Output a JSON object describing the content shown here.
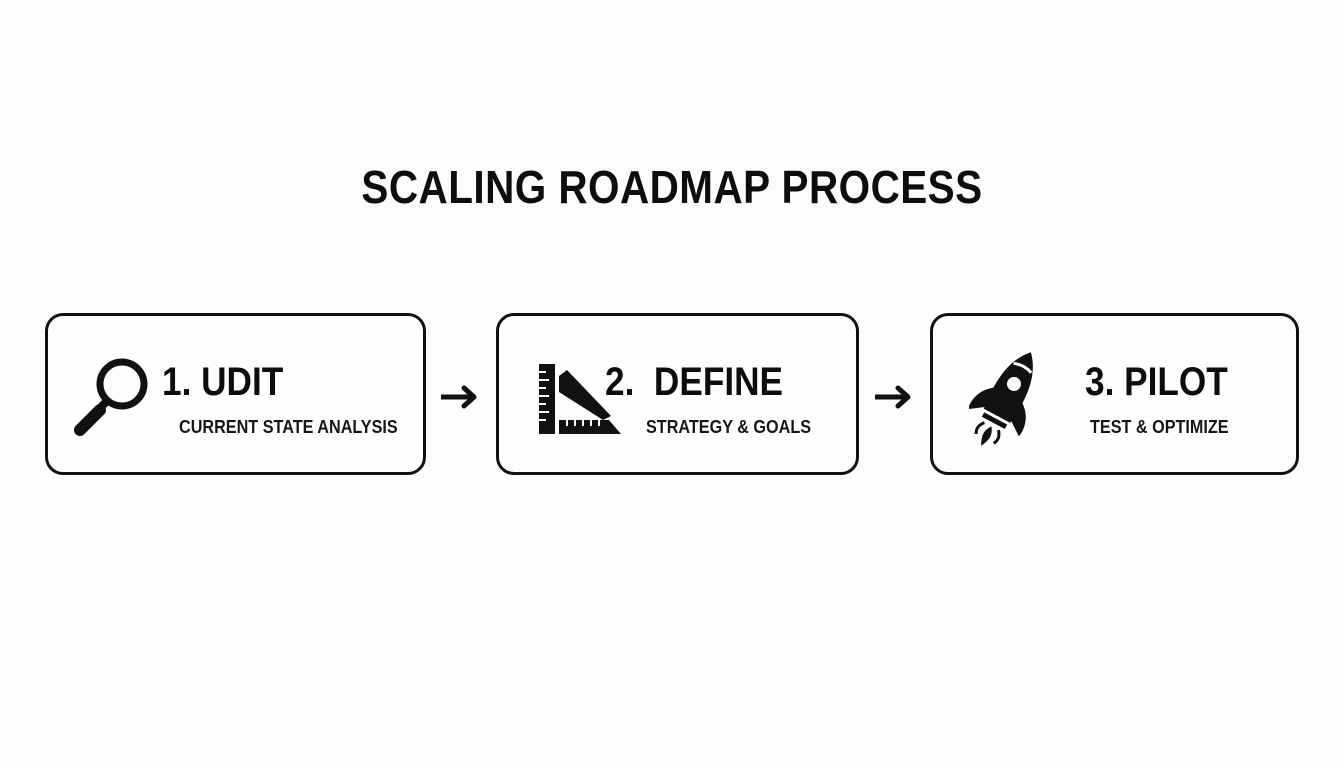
{
  "title": "SCALING ROADMAP PROCESS",
  "steps": [
    {
      "number": "1.",
      "heading": "1. UDIT",
      "subtitle": "CURRENT STATE ANALYSIS",
      "icon": "magnifying-glass-icon"
    },
    {
      "number": "2.",
      "heading": "2.  DEFINE",
      "subtitle": "STRATEGY & GOALS",
      "icon": "ruler-triangle-icon"
    },
    {
      "number": "3.",
      "heading": "3. PILOT",
      "subtitle": "TEST & OPTIMIZE",
      "icon": "rocket-icon"
    }
  ],
  "connectors": [
    {
      "icon": "arrow-right-icon"
    },
    {
      "icon": "arrow-right-icon"
    }
  ],
  "colors": {
    "background": "#fcfcfc",
    "ink": "#111111"
  }
}
